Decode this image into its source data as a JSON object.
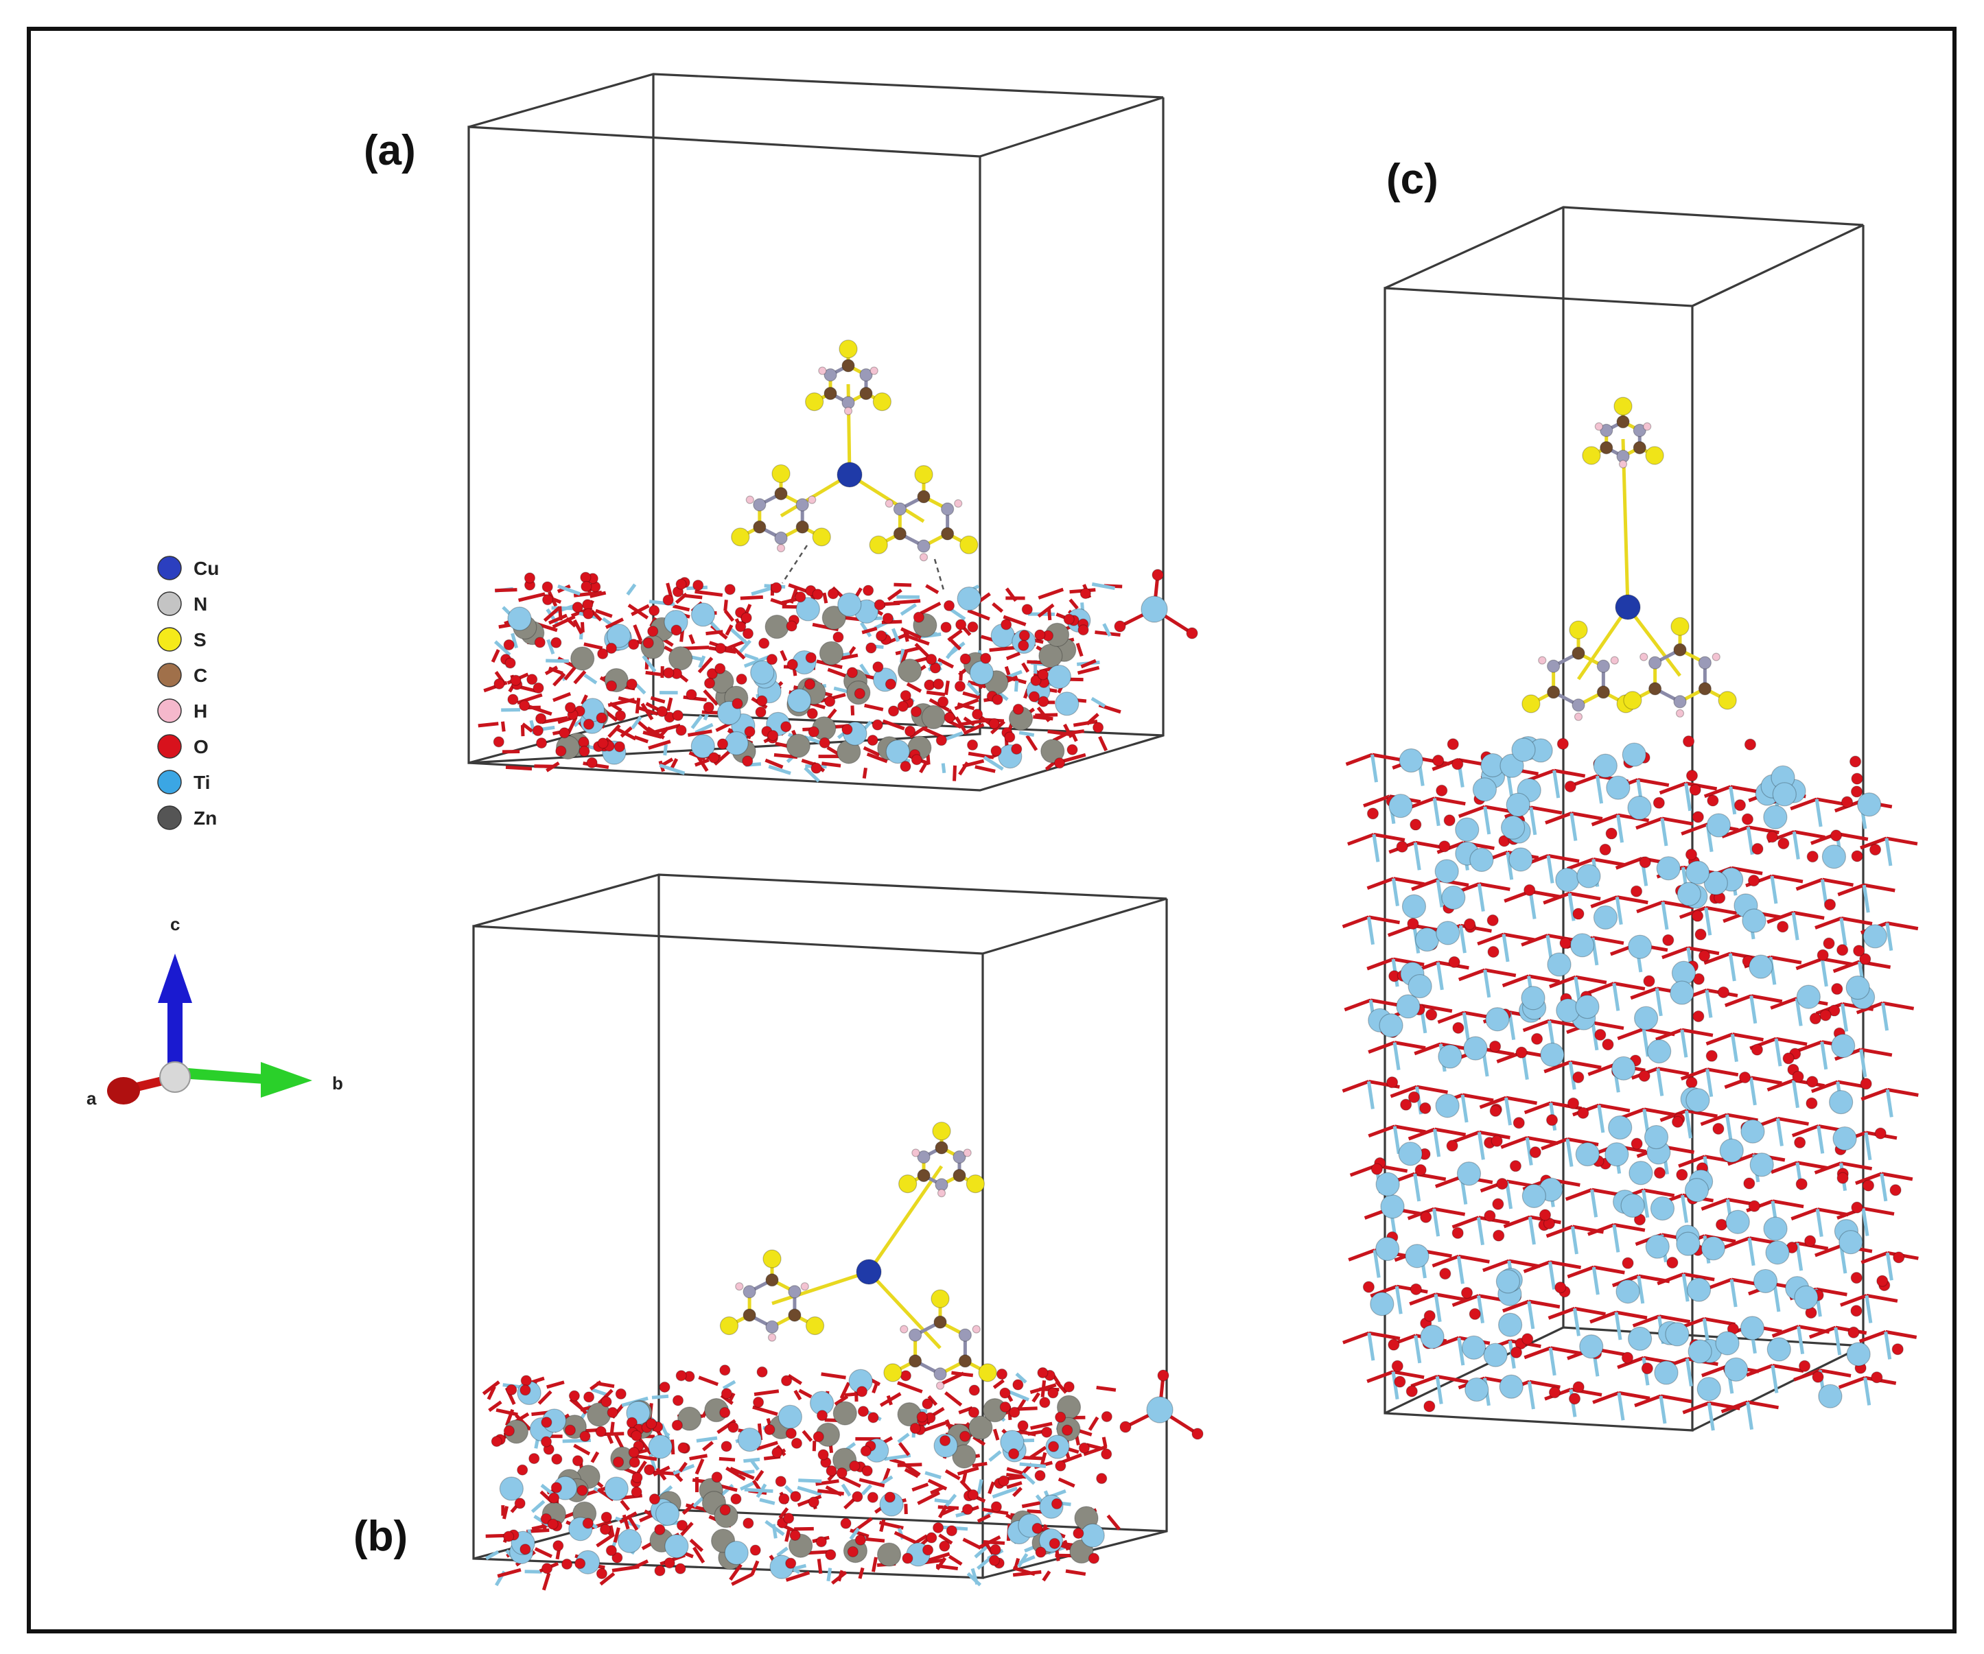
{
  "figure": {
    "panel_labels": {
      "a": "(a)",
      "b": "(b)",
      "c": "(c)"
    }
  },
  "legend": {
    "items": [
      {
        "symbol": "Cu",
        "color": "#2b3fbf"
      },
      {
        "symbol": "N",
        "color": "#c4c4c4"
      },
      {
        "symbol": "S",
        "color": "#f5ea1a"
      },
      {
        "symbol": "C",
        "color": "#a0704a"
      },
      {
        "symbol": "H",
        "color": "#f5b8cc"
      },
      {
        "symbol": "O",
        "color": "#d8121c"
      },
      {
        "symbol": "Ti",
        "color": "#3ba6e4"
      },
      {
        "symbol": "Zn",
        "color": "#555555"
      }
    ]
  },
  "axes": {
    "c": {
      "label": "c",
      "color": "#1414c8"
    },
    "b": {
      "label": "b",
      "color": "#22c422"
    },
    "a": {
      "label": "a",
      "color": "#c81414"
    }
  },
  "atom_colors": {
    "Ti": "#8dc8e8",
    "O": "#d8121c",
    "Zn": "#8a8a80",
    "Cu": "#1f3aa8",
    "S": "#f0e418",
    "C": "#6e4a2c",
    "N": "#9a9ab8",
    "H": "#f3c3d2"
  }
}
